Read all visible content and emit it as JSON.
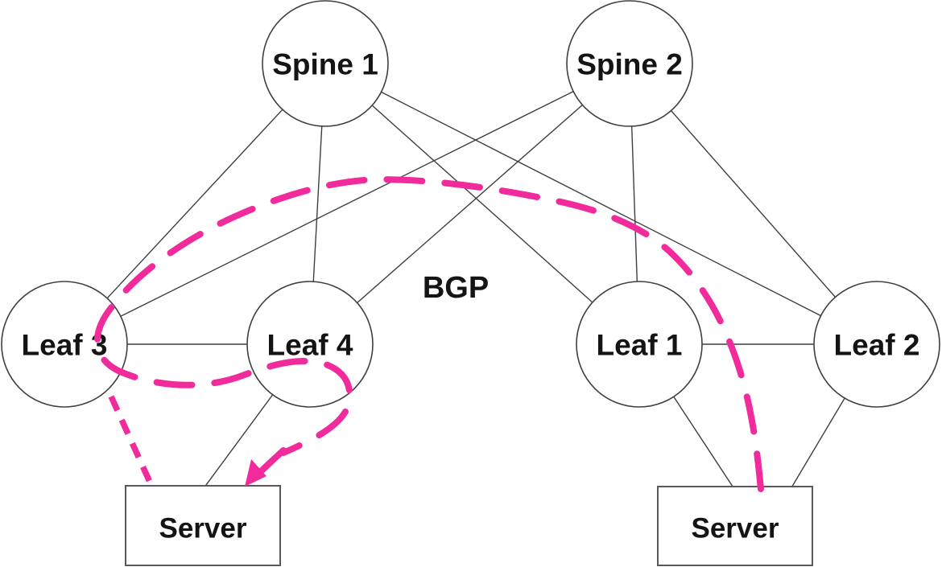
{
  "diagram": {
    "colors": {
      "background": "#ffffff",
      "edge": "#3f3f3f",
      "node_border": "#3f3f3f",
      "server_border": "#595959",
      "label_text": "#141414",
      "highlight": "#f12b9b"
    },
    "nodes": {
      "spine1": {
        "label": "Spine 1",
        "shape": "circle"
      },
      "spine2": {
        "label": "Spine 2",
        "shape": "circle"
      },
      "leaf3": {
        "label": "Leaf 3",
        "shape": "circle"
      },
      "leaf4": {
        "label": "Leaf 4",
        "shape": "circle"
      },
      "leaf1": {
        "label": "Leaf 1",
        "shape": "circle"
      },
      "leaf2": {
        "label": "Leaf 2",
        "shape": "circle"
      },
      "server_left": {
        "label": "Server",
        "shape": "rectangle"
      },
      "server_right": {
        "label": "Server",
        "shape": "rectangle"
      }
    },
    "annotation": {
      "protocol": "BGP"
    },
    "links": [
      "spine1-leaf3",
      "spine1-leaf4",
      "spine1-leaf1",
      "spine1-leaf2",
      "spine2-leaf3",
      "spine2-leaf4",
      "spine2-leaf1",
      "spine2-leaf2",
      "leaf3-leaf4",
      "leaf1-leaf2",
      "leaf4-server_left",
      "leaf1-server_right",
      "leaf2-server_right"
    ],
    "highlight_path": {
      "style": "thick pink dashed freehand stroke",
      "waypoints": [
        "server_right",
        "over spine fabric",
        "leaf3",
        "leaf4",
        "server_left"
      ],
      "arrow_into": "server_left",
      "secondary_dashed_segment": "leaf3 to server_left"
    }
  }
}
